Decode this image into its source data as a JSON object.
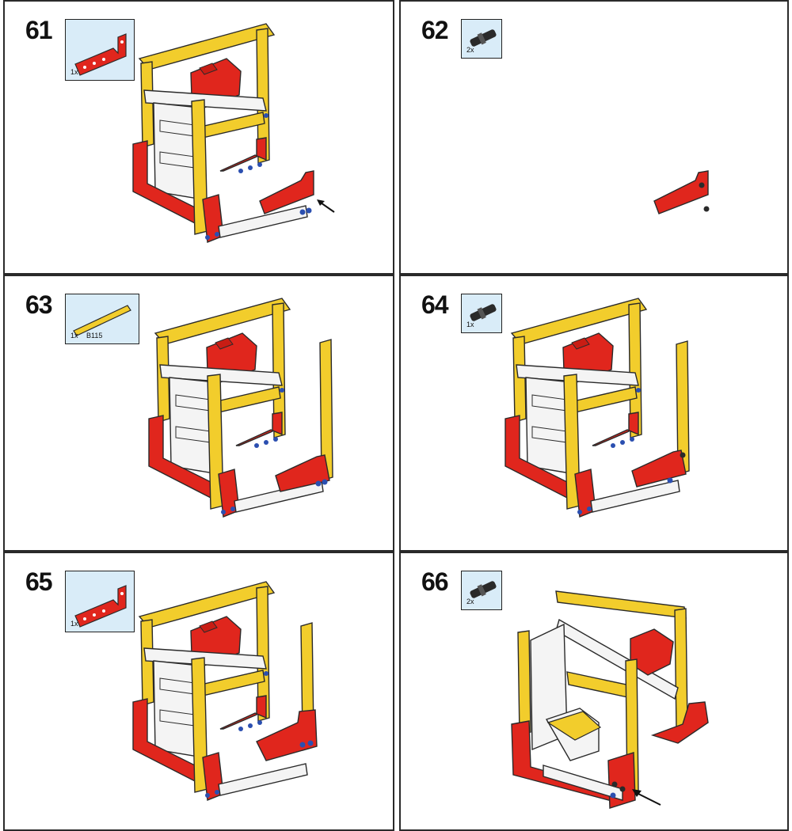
{
  "steps": [
    {
      "number": "61",
      "qty": "1x",
      "part_id": "",
      "part": "red-l-beam"
    },
    {
      "number": "62",
      "qty": "2x",
      "part_id": "",
      "part": "black-pin"
    },
    {
      "number": "63",
      "qty": "1x",
      "part_id": "B115",
      "part": "yellow-long-beam"
    },
    {
      "number": "64",
      "qty": "1x",
      "part_id": "",
      "part": "black-pin"
    },
    {
      "number": "65",
      "qty": "1x",
      "part_id": "",
      "part": "red-l-beam"
    },
    {
      "number": "66",
      "qty": "2x",
      "part_id": "",
      "part": "black-pin"
    }
  ],
  "colors": {
    "yellow": "#f2cd2c",
    "red": "#e0261d",
    "white": "#f4f4f4",
    "blue": "#2b4fb0",
    "dark": "#2a2a2a",
    "callout_bg": "#d9ecf8"
  }
}
